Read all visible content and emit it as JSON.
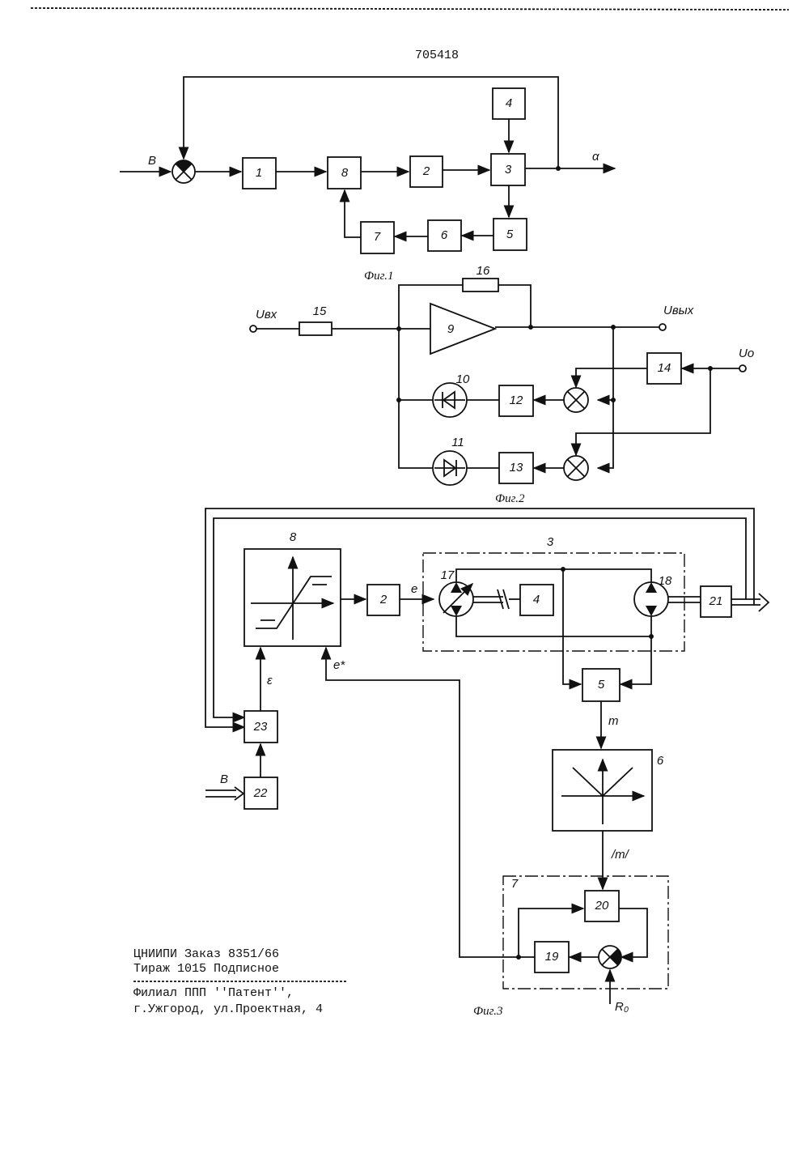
{
  "patent_number": "705418",
  "fig1": {
    "caption": "Фиг.1",
    "input_label": "В",
    "output_label": "α",
    "blocks": [
      "1",
      "2",
      "3",
      "4",
      "5",
      "6",
      "7",
      "8"
    ]
  },
  "fig2": {
    "caption": "Фиг.2",
    "input_label": "Uвх",
    "output_label": "Uвых",
    "ref_label": "Uо",
    "blocks": [
      "9",
      "10",
      "11",
      "12",
      "13",
      "14",
      "15",
      "16"
    ]
  },
  "fig3": {
    "caption": "Фиг.3",
    "input_label": "В",
    "ref_label": "R₀",
    "signal_e": "e",
    "signal_e_star": "e*",
    "signal_eps": "ε",
    "signal_m": "m",
    "signal_abs_m": "/m/",
    "blocks": [
      "2",
      "3",
      "4",
      "5",
      "6",
      "7",
      "8",
      "17",
      "18",
      "19",
      "20",
      "21",
      "22",
      "23"
    ]
  },
  "footer": {
    "line1": "ЦНИИПИ   Заказ 8351/66",
    "line2": "Тираж 1015   Подписное",
    "line3": "Филиал ППП ''Патент'',",
    "line4": "г.Ужгород, ул.Проектная, 4"
  }
}
